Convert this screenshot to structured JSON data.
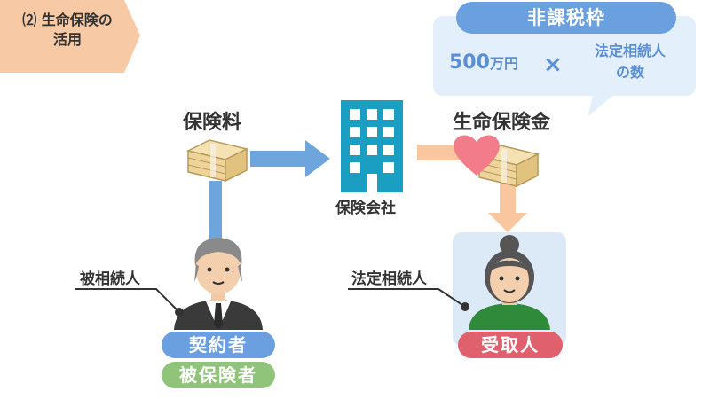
{
  "section": {
    "line1": "⑵ 生命保険の",
    "line2": "活用"
  },
  "tax_free": {
    "title": "非課税枠",
    "amount_number": "500",
    "amount_unit": "万円",
    "operator": "×",
    "heirs_line1": "法定相続人",
    "heirs_line2": "の数"
  },
  "labels": {
    "premium": "保険料",
    "insurance_company": "保険会社",
    "insurance_payout": "生命保険金",
    "deceased": "被相続人",
    "legal_heir": "法定相続人"
  },
  "roles": {
    "policyholder": "契約者",
    "insured": "被保険者",
    "beneficiary": "受取人"
  },
  "colors": {
    "tab": "#f7c9a4",
    "callout_bg": "#e3effb",
    "callout_accent": "#5b8fd5",
    "arrow_blue": "#6ea5dd",
    "arrow_orange": "#f8c7a0",
    "building": "#1a9fc2",
    "heart": "#f27c8a",
    "pill_blue": "#6a9fe0",
    "pill_green": "#8fc47a",
    "pill_red": "#e0616d",
    "beneficiary_bg": "#dceaf8"
  },
  "icons": [
    "money-stack-icon",
    "building-icon",
    "heart-icon",
    "elderly-man-icon",
    "elderly-woman-icon"
  ]
}
